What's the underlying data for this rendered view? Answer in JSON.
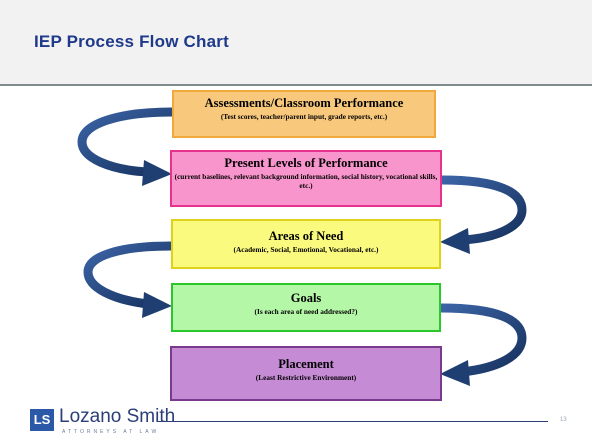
{
  "slide": {
    "title": "IEP Process Flow Chart",
    "page_number": "13"
  },
  "flow": [
    {
      "title": "Assessments/Classroom Performance",
      "subtitle": "(Test scores, teacher/parent input, grade reports, etc.)",
      "fill": "#f8c97c",
      "border": "#f2a93b"
    },
    {
      "title": "Present Levels of Performance",
      "subtitle": "(current baselines, relevant background information, social history, vocational skills, etc.)",
      "fill": "#f895cc",
      "border": "#e6318f"
    },
    {
      "title": "Areas of Need",
      "subtitle": "(Academic, Social, Emotional, Vocational, etc.)",
      "fill": "#fafa7e",
      "border": "#e0d11a"
    },
    {
      "title": "Goals",
      "subtitle": "(Is each area of need addressed?)",
      "fill": "#b4f7a7",
      "border": "#2bc62b"
    },
    {
      "title": "Placement",
      "subtitle": "(Least Restrictive Environment)",
      "fill": "#c68bd5",
      "border": "#7a3a8e"
    }
  ],
  "arrow_color": "#1f3f72",
  "footer": {
    "logo_mark": "LS",
    "firm_name": "Lozano Smith",
    "firm_tagline": "ATTORNEYS AT LAW"
  }
}
